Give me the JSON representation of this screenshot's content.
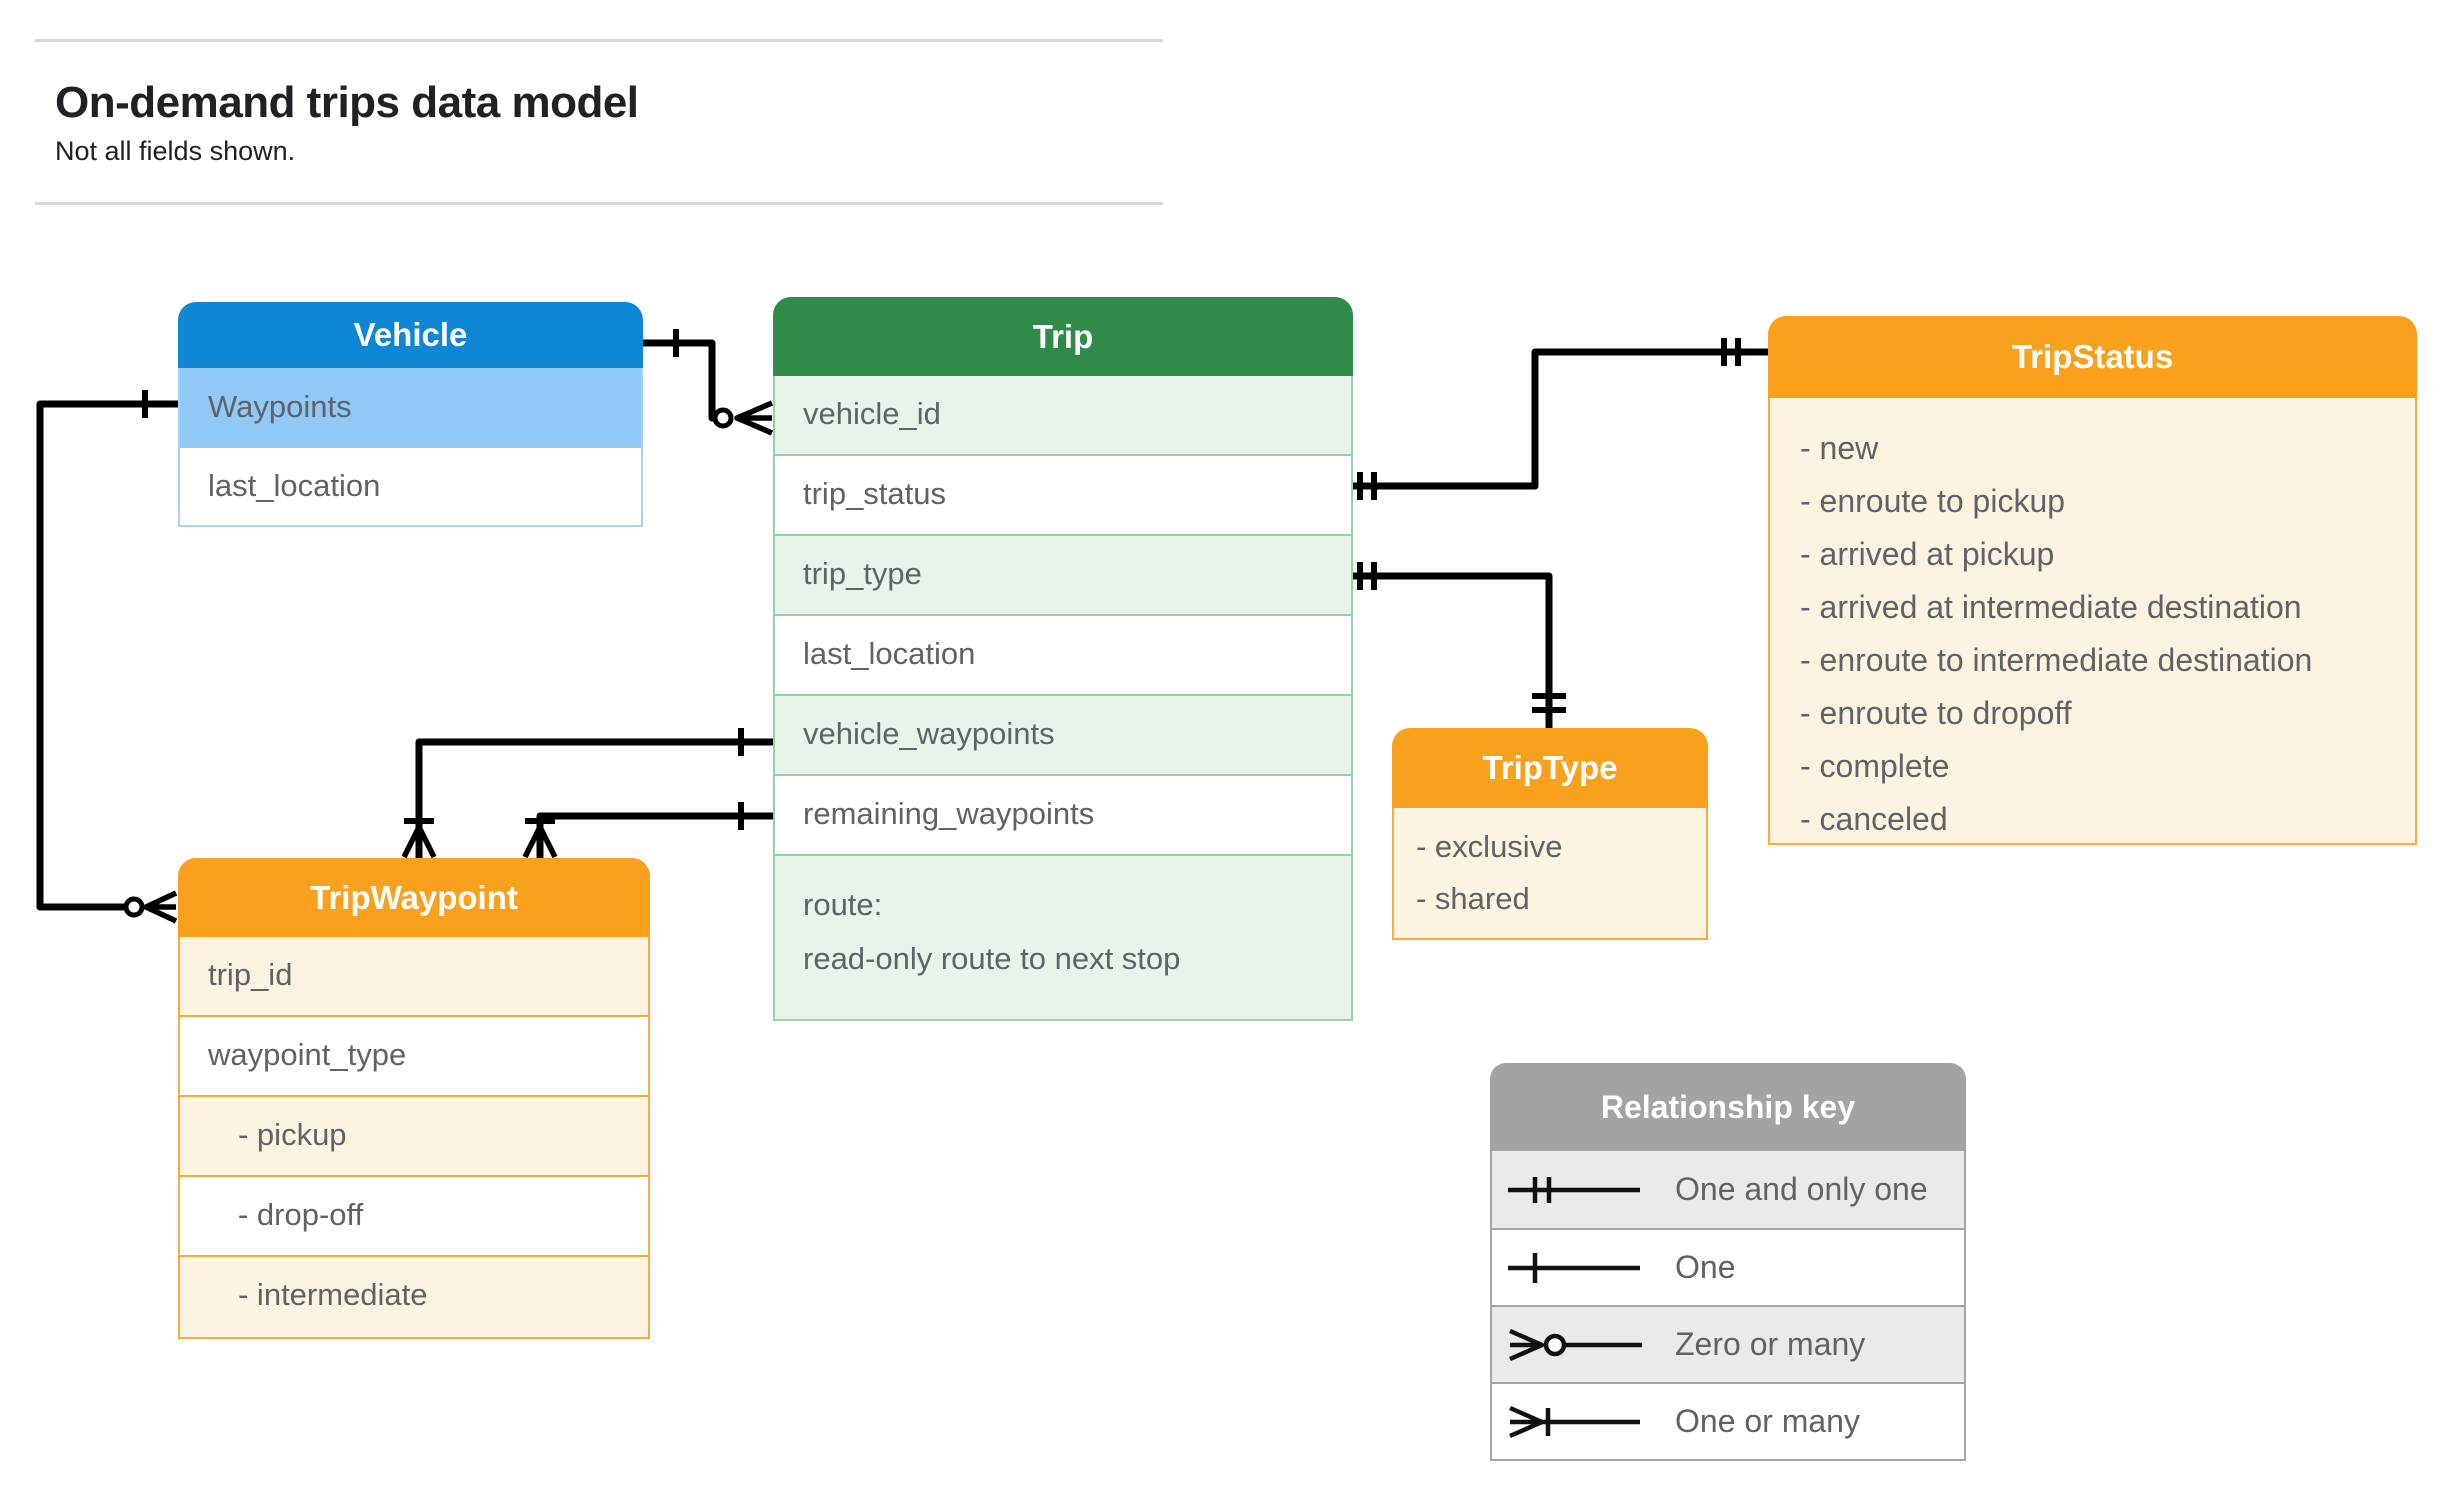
{
  "page": {
    "title": "On-demand trips data model",
    "subtitle": "Not all fields shown."
  },
  "entities": {
    "vehicle": {
      "title": "Vehicle",
      "rows": [
        "Waypoints",
        "last_location"
      ]
    },
    "trip": {
      "title": "Trip",
      "rows": [
        "vehicle_id",
        "trip_status",
        "trip_type",
        "last_location",
        "vehicle_waypoints",
        "remaining_waypoints",
        "route:\nread-only route to next stop"
      ]
    },
    "trip_status": {
      "title": "TripStatus",
      "items": [
        "- new",
        "- enroute to pickup",
        "- arrived at pickup",
        "- arrived at intermediate destination",
        "- enroute to intermediate destination",
        "- enroute to dropoff",
        "- complete",
        "- canceled"
      ]
    },
    "trip_type": {
      "title": "TripType",
      "items": [
        "- exclusive",
        "- shared"
      ]
    },
    "trip_waypoint": {
      "title": "TripWaypoint",
      "rows": [
        "trip_id",
        "waypoint_type",
        "- pickup",
        "- drop-off",
        "- intermediate"
      ]
    }
  },
  "legend": {
    "title": "Relationship key",
    "rows": [
      {
        "symbol": "one-and-only-one",
        "label": "One and only one"
      },
      {
        "symbol": "one",
        "label": "One"
      },
      {
        "symbol": "zero-or-many",
        "label": "Zero or many"
      },
      {
        "symbol": "one-or-many",
        "label": "One or many"
      }
    ]
  },
  "colors": {
    "blue-header": "#0d86d3",
    "blue-row": "#90c9f5",
    "blue-border": "#a9d3f4",
    "green-header": "#2e8c48",
    "green-row": "#e8f3ea",
    "green-border": "#9bcfa8",
    "orange-header": "#f9a11d",
    "orange-row": "#fdf3e1",
    "orange-border": "#f8ab3f",
    "gray-header": "#a3a3a3",
    "gray-row": "#eaeaea",
    "gray-border": "#a6a6a6",
    "text": "#5f6368",
    "title-text": "#202124"
  }
}
